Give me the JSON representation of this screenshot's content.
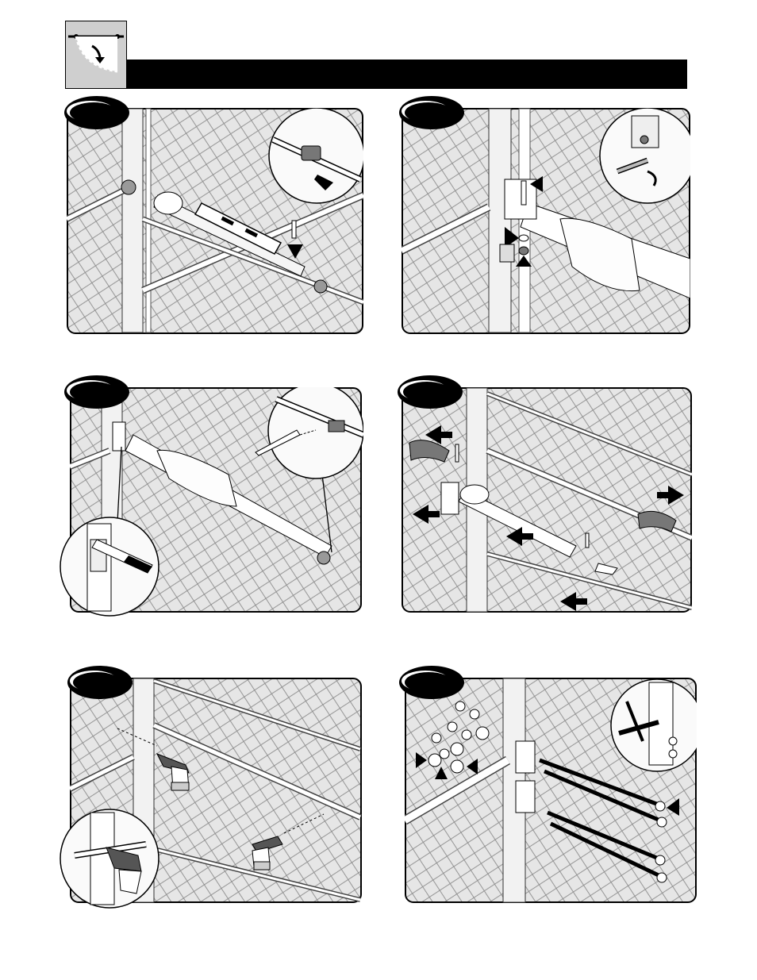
{
  "page": {
    "header_icon": "gate-swing-icon",
    "header_bar_color": "#000000",
    "panel_background": "#e8e8e8",
    "panels": [
      {
        "id": "panel-1",
        "icons": [
          "level-icon",
          "pin-icon",
          "clevis-detail-icon"
        ]
      },
      {
        "id": "panel-2",
        "icons": [
          "bolt-icon",
          "washer-icon",
          "nut-icon",
          "wrench-detail-icon"
        ]
      },
      {
        "id": "panel-3",
        "icons": [
          "marker-icon",
          "bracket-detail-icon"
        ]
      },
      {
        "id": "panel-4",
        "icons": [
          "remove-arrow-icon",
          "bracket-icon",
          "pin-icon"
        ]
      },
      {
        "id": "panel-5",
        "icons": [
          "drill-icon",
          "drill-detail-icon"
        ]
      },
      {
        "id": "panel-6",
        "icons": [
          "carriage-bolt-icon",
          "nut-icon",
          "washer-icon",
          "wrench-detail-icon"
        ]
      }
    ]
  }
}
